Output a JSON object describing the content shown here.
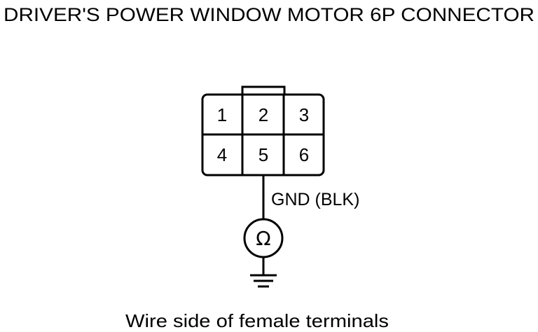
{
  "title": "DRIVER'S POWER WINDOW MOTOR 6P CONNECTOR",
  "connector": {
    "pins": [
      "1",
      "2",
      "3",
      "4",
      "5",
      "6"
    ]
  },
  "wire": {
    "label": "GND (BLK)"
  },
  "meter": {
    "symbol": "Ω",
    "icon": "ohmmeter-icon"
  },
  "ground": {
    "icon": "ground-icon"
  },
  "caption": "Wire side of female terminals"
}
